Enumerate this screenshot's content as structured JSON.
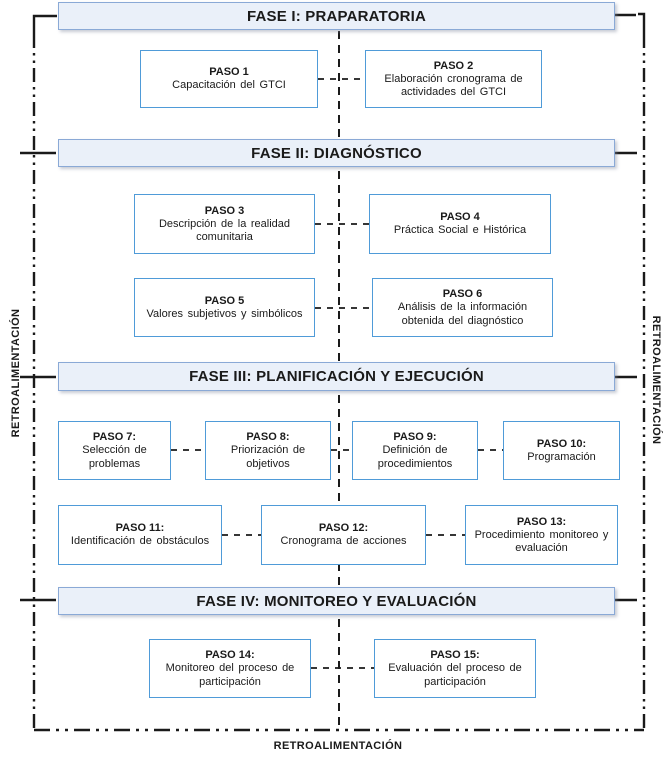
{
  "diagram": {
    "feedback_left": "RETROALIMENTACIÓN",
    "feedback_right": "RETROALIMENTACIÓN",
    "feedback_bottom": "RETROALIMENTACIÓN",
    "colors": {
      "phase_fill": "#eaf0f9",
      "phase_border": "#8aa9d6",
      "step_border": "#4f9bd8",
      "line": "#1a1a1a"
    },
    "phases": [
      {
        "title": "FASE I: PRAPARATORIA",
        "steps": [
          {
            "number": "PASO 1",
            "text": "Capacitación del GTCI"
          },
          {
            "number": "PASO 2",
            "text": "Elaboración cronograma de actividades del GTCI"
          }
        ]
      },
      {
        "title": "FASE II: DIAGNÓSTICO",
        "steps": [
          {
            "number": "PASO 3",
            "text": "Descripción de la realidad comunitaria"
          },
          {
            "number": "PASO 4",
            "text": "Práctica Social e Histórica"
          },
          {
            "number": "PASO 5",
            "text": "Valores subjetivos y simbólicos"
          },
          {
            "number": "PASO 6",
            "text": "Análisis de la información obtenida del diagnóstico"
          }
        ]
      },
      {
        "title": "FASE III: PLANIFICACIÓN Y EJECUCIÓN",
        "steps": [
          {
            "number": "PASO 7:",
            "text": "Selección de problemas"
          },
          {
            "number": "PASO 8:",
            "text": "Priorización de objetivos"
          },
          {
            "number": "PASO 9:",
            "text": "Definición de procedimientos"
          },
          {
            "number": "PASO 10:",
            "text": "Programación"
          },
          {
            "number": "PASO 11:",
            "text": "Identificación de obstáculos"
          },
          {
            "number": "PASO 12:",
            "text": "Cronograma de acciones"
          },
          {
            "number": "PASO 13:",
            "text": "Procedimiento monitoreo y evaluación"
          }
        ]
      },
      {
        "title": "FASE IV: MONITOREO Y EVALUACIÓN",
        "steps": [
          {
            "number": "PASO 14:",
            "text": "Monitoreo del proceso de participación"
          },
          {
            "number": "PASO 15:",
            "text": "Evaluación del proceso de participación"
          }
        ]
      }
    ]
  }
}
